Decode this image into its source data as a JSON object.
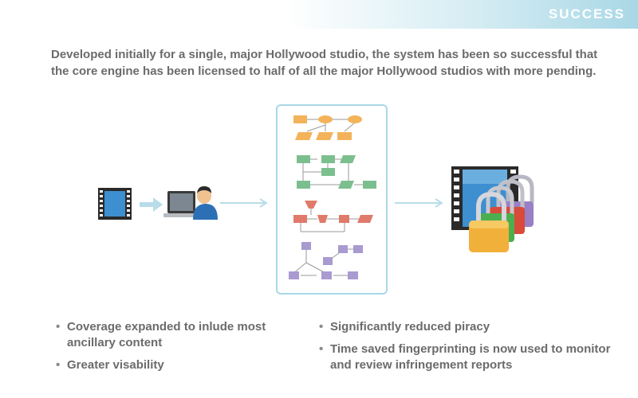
{
  "header": {
    "title": "SUCCESS"
  },
  "intro": {
    "text": "Developed initially for a single, major Hollywood studio, the system has been so successful that the core engine has been licensed to half of all the major Hollywood studios with more pending."
  },
  "diagram": {
    "icons": [
      "film-reel-icon",
      "laptop-user-icon",
      "workflow-panel",
      "film-locks-icon"
    ],
    "colors": {
      "arrow": "#b9dcea",
      "panel_border": "#a9d7e6",
      "orange": "#f3b35a",
      "green": "#7cbf8e",
      "red": "#e07a6a",
      "purple": "#a99ad0"
    }
  },
  "bullets_left": [
    "Coverage expanded to inlude most ancillary content",
    "Greater visability"
  ],
  "bullets_right": [
    "Significantly reduced piracy",
    "Time saved fingerprinting is now used to monitor and review infringement reports"
  ]
}
